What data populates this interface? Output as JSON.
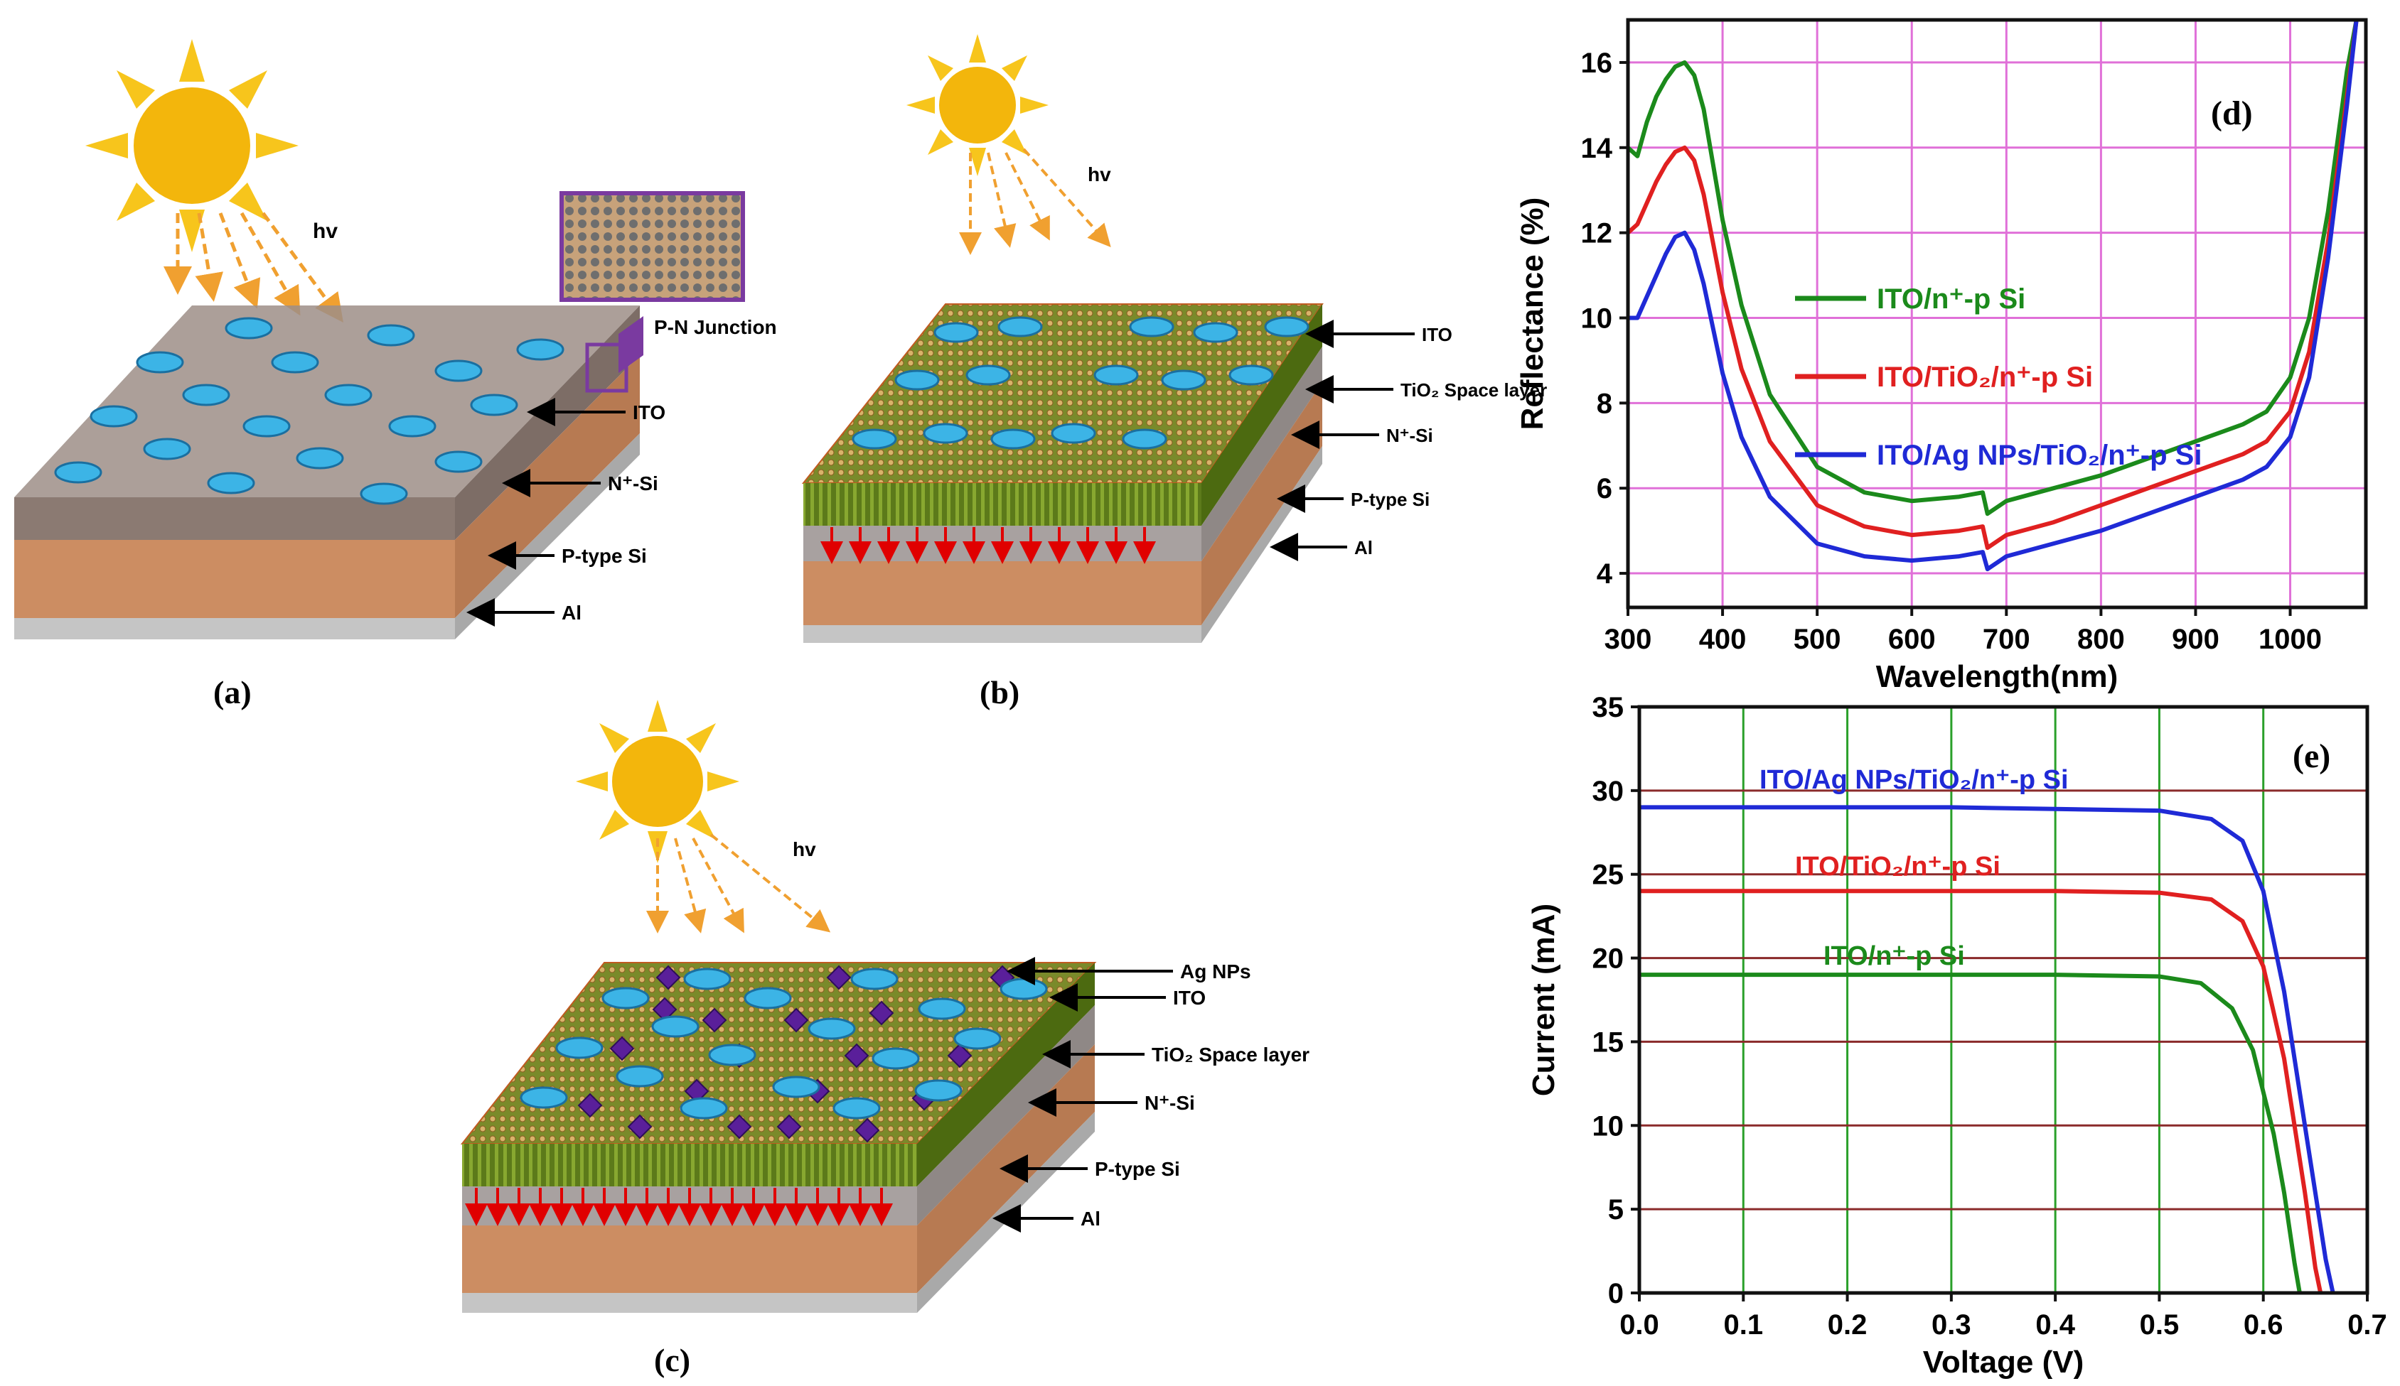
{
  "panels": {
    "a": {
      "label": "(a)",
      "hv": "hv",
      "layers": [
        {
          "name": "pn",
          "text": "P-N Junction"
        },
        {
          "name": "ito",
          "text": "ITO"
        },
        {
          "name": "nsi",
          "text": "N⁺-Si"
        },
        {
          "name": "psi",
          "text": "P-type Si"
        },
        {
          "name": "al",
          "text": "Al"
        }
      ]
    },
    "b": {
      "label": "(b)",
      "hv": "hv",
      "layers": [
        {
          "name": "ito",
          "text": "ITO"
        },
        {
          "name": "tio2",
          "text": "TiO₂ Space layer"
        },
        {
          "name": "nsi",
          "text": "N⁺-Si"
        },
        {
          "name": "psi",
          "text": "P-type Si"
        },
        {
          "name": "al",
          "text": "Al"
        }
      ]
    },
    "c": {
      "label": "(c)",
      "hv": "hv",
      "layers": [
        {
          "name": "agnp",
          "text": "Ag NPs"
        },
        {
          "name": "ito",
          "text": "ITO"
        },
        {
          "name": "tio2",
          "text": "TiO₂ Space layer"
        },
        {
          "name": "nsi",
          "text": "N⁺-Si"
        },
        {
          "name": "psi",
          "text": "P-type Si"
        },
        {
          "name": "al",
          "text": "Al"
        }
      ]
    }
  },
  "chart_data": [
    {
      "panel": "(d)",
      "type": "line",
      "xlabel": "Wavelength(nm)",
      "ylabel": "Reflectance (%)",
      "xlim": [
        300,
        1080
      ],
      "ylim": [
        3.2,
        17
      ],
      "xticks": [
        300,
        400,
        500,
        600,
        700,
        800,
        900,
        1000
      ],
      "yticks": [
        4,
        6,
        8,
        10,
        12,
        14,
        16
      ],
      "grid": true,
      "legend_position": "middle",
      "series": [
        {
          "name": "ITO/n⁺-p Si",
          "color": "#1b8a1b",
          "x": [
            300,
            310,
            320,
            330,
            340,
            350,
            360,
            370,
            380,
            400,
            420,
            450,
            500,
            550,
            600,
            650,
            675,
            680,
            700,
            750,
            800,
            850,
            900,
            950,
            975,
            1000,
            1020,
            1040,
            1060,
            1070
          ],
          "y": [
            14.0,
            13.8,
            14.6,
            15.2,
            15.6,
            15.9,
            16.0,
            15.7,
            14.9,
            12.3,
            10.3,
            8.2,
            6.5,
            5.9,
            5.7,
            5.8,
            5.9,
            5.4,
            5.7,
            6.0,
            6.3,
            6.7,
            7.1,
            7.5,
            7.8,
            8.6,
            10.0,
            12.5,
            15.8,
            17.0
          ]
        },
        {
          "name": "ITO/TiO₂/n⁺-p Si",
          "color": "#e02020",
          "x": [
            300,
            310,
            320,
            330,
            340,
            350,
            360,
            370,
            380,
            400,
            420,
            450,
            500,
            550,
            600,
            650,
            675,
            680,
            700,
            750,
            800,
            850,
            900,
            950,
            975,
            1000,
            1020,
            1040,
            1060,
            1070
          ],
          "y": [
            12.0,
            12.2,
            12.7,
            13.2,
            13.6,
            13.9,
            14.0,
            13.7,
            12.9,
            10.6,
            8.8,
            7.1,
            5.6,
            5.1,
            4.9,
            5.0,
            5.1,
            4.6,
            4.9,
            5.2,
            5.6,
            6.0,
            6.4,
            6.8,
            7.1,
            7.8,
            9.2,
            11.8,
            15.2,
            17.0
          ]
        },
        {
          "name": "ITO/Ag NPs/TiO₂/n⁺-p Si",
          "color": "#1f2ad6",
          "x": [
            300,
            310,
            320,
            330,
            340,
            350,
            360,
            370,
            380,
            400,
            420,
            450,
            500,
            550,
            600,
            650,
            675,
            680,
            700,
            750,
            800,
            850,
            900,
            950,
            975,
            1000,
            1020,
            1040,
            1060,
            1070
          ],
          "y": [
            10.0,
            10.0,
            10.5,
            11.0,
            11.5,
            11.9,
            12.0,
            11.6,
            10.8,
            8.7,
            7.2,
            5.8,
            4.7,
            4.4,
            4.3,
            4.4,
            4.5,
            4.1,
            4.4,
            4.7,
            5.0,
            5.4,
            5.8,
            6.2,
            6.5,
            7.2,
            8.6,
            11.4,
            15.0,
            17.0
          ]
        }
      ]
    },
    {
      "panel": "(e)",
      "type": "line",
      "xlabel": "Voltage (V)",
      "ylabel": "Current (mA)",
      "xlim": [
        0,
        0.7
      ],
      "ylim": [
        0,
        35
      ],
      "xticks": [
        0.0,
        0.1,
        0.2,
        0.3,
        0.4,
        0.5,
        0.6,
        0.7
      ],
      "yticks": [
        0,
        5,
        10,
        15,
        20,
        25,
        30,
        35
      ],
      "grid": true,
      "legend_position": "inline labels above curves",
      "series": [
        {
          "name": "ITO/Ag NPs/TiO₂/n⁺-p Si",
          "color": "#1f2ad6",
          "x": [
            0.0,
            0.1,
            0.2,
            0.3,
            0.4,
            0.5,
            0.55,
            0.58,
            0.6,
            0.62,
            0.64,
            0.66,
            0.667
          ],
          "y": [
            29.0,
            29.0,
            29.0,
            29.0,
            28.9,
            28.8,
            28.3,
            27.0,
            24.0,
            18.0,
            10.0,
            2.0,
            0.0
          ]
        },
        {
          "name": "ITO/TiO₂/n⁺-p Si",
          "color": "#e02020",
          "x": [
            0.0,
            0.1,
            0.2,
            0.3,
            0.4,
            0.5,
            0.55,
            0.58,
            0.6,
            0.62,
            0.64,
            0.65,
            0.655
          ],
          "y": [
            24.0,
            24.0,
            24.0,
            24.0,
            24.0,
            23.9,
            23.5,
            22.2,
            19.5,
            14.0,
            6.0,
            1.5,
            0.0
          ]
        },
        {
          "name": "ITO/n⁺-p Si",
          "color": "#1b8a1b",
          "x": [
            0.0,
            0.1,
            0.2,
            0.3,
            0.4,
            0.5,
            0.54,
            0.57,
            0.59,
            0.61,
            0.62,
            0.63,
            0.635
          ],
          "y": [
            19.0,
            19.0,
            19.0,
            19.0,
            19.0,
            18.9,
            18.5,
            17.0,
            14.5,
            9.5,
            6.0,
            1.8,
            0.0
          ]
        }
      ]
    }
  ]
}
